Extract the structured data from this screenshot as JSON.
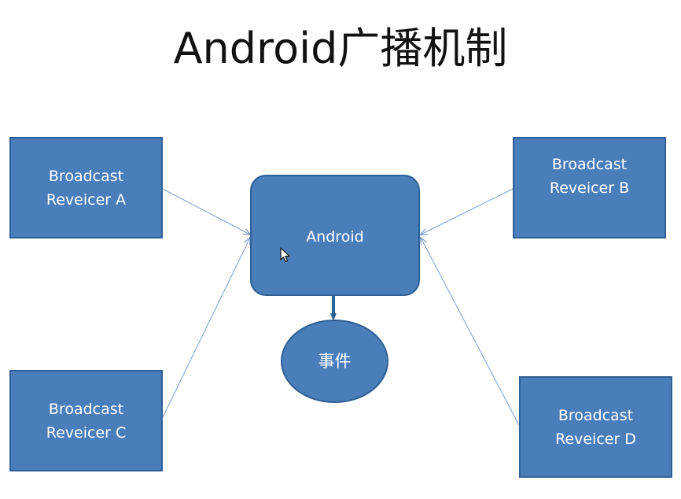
{
  "title": "Android广播机制",
  "center_node": {
    "label": "Android"
  },
  "event_node": {
    "label": "事件"
  },
  "receivers": [
    {
      "line1": "Broadcast",
      "line2": "Reveicer A"
    },
    {
      "line1": "Broadcast",
      "line2": "Reveicer B"
    },
    {
      "line1": "Broadcast",
      "line2": "Reveicer C"
    },
    {
      "line1": "Broadcast",
      "line2": "Reveicer D"
    }
  ],
  "colors": {
    "node_fill": "#4a7ebb",
    "node_border": "#2f5f94",
    "connector": "#7d9ccc",
    "text_on_node": "#ffffff"
  },
  "icons": {
    "pointer": "mouse-pointer-icon"
  }
}
